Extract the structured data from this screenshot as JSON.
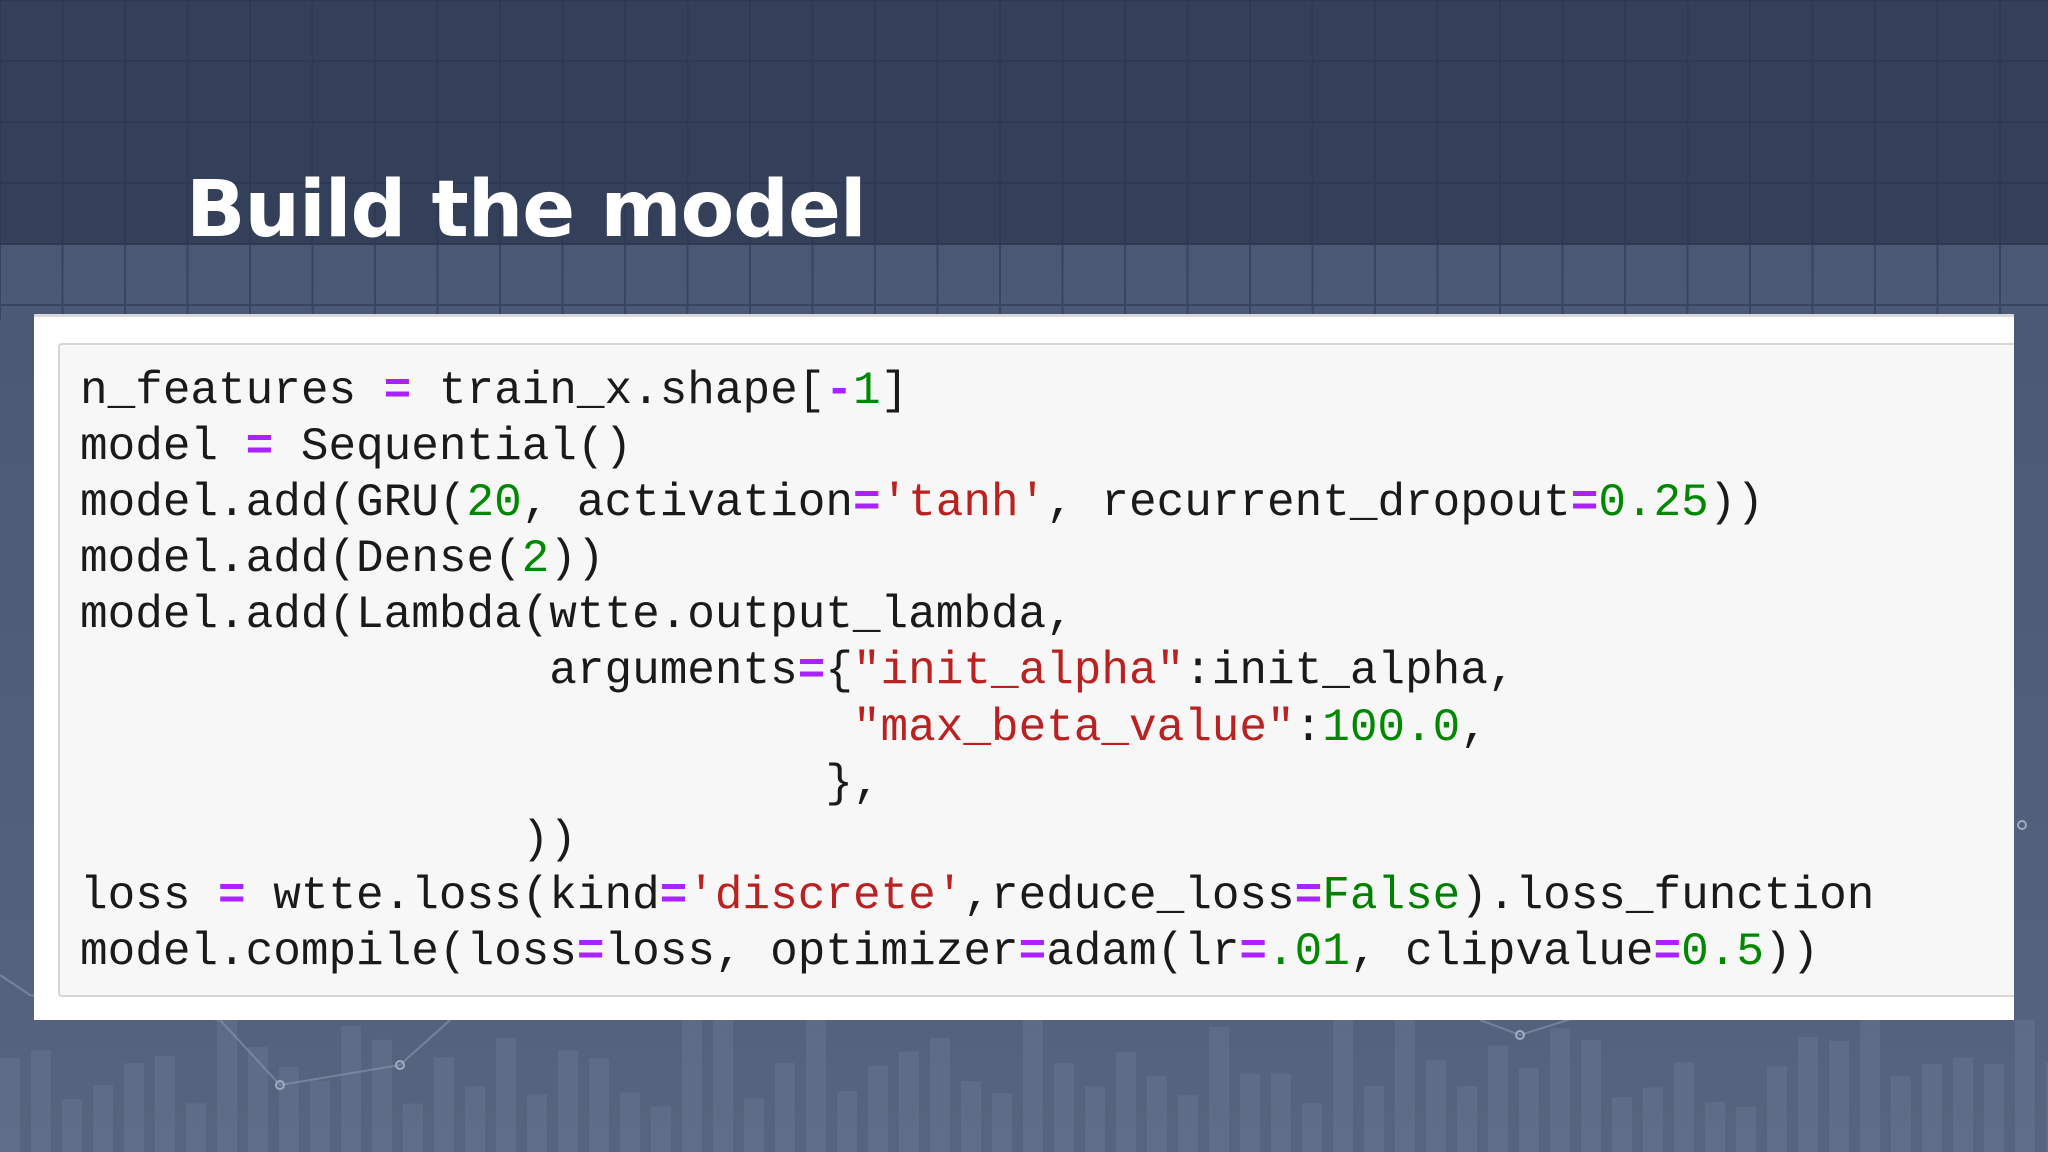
{
  "slide": {
    "title": "Build the model"
  },
  "code": {
    "lines": [
      [
        [
          "n_features ",
          "plain"
        ],
        [
          "=",
          "op"
        ],
        [
          " train_x.shape[",
          "plain"
        ],
        [
          "-",
          "op"
        ],
        [
          "1",
          "num"
        ],
        [
          "]",
          "plain"
        ]
      ],
      [
        [
          "model ",
          "plain"
        ],
        [
          "=",
          "op"
        ],
        [
          " Sequential()",
          "plain"
        ]
      ],
      [
        [
          "model.add(GRU(",
          "plain"
        ],
        [
          "20",
          "num"
        ],
        [
          ", activation",
          "plain"
        ],
        [
          "=",
          "op"
        ],
        [
          "'tanh'",
          "str"
        ],
        [
          ", recurrent_dropout",
          "plain"
        ],
        [
          "=",
          "op"
        ],
        [
          "0.25",
          "num"
        ],
        [
          "))",
          "plain"
        ]
      ],
      [
        [
          "model.add(Dense(",
          "plain"
        ],
        [
          "2",
          "num"
        ],
        [
          "))",
          "plain"
        ]
      ],
      [
        [
          "model.add(Lambda(wtte.output_lambda,",
          "plain"
        ]
      ],
      [
        [
          "                 arguments",
          "plain"
        ],
        [
          "=",
          "op"
        ],
        [
          "{",
          "plain"
        ],
        [
          "\"init_alpha\"",
          "str"
        ],
        [
          ":init_alpha,",
          "plain"
        ]
      ],
      [
        [
          "                            ",
          "plain"
        ],
        [
          "\"max_beta_value\"",
          "str"
        ],
        [
          ":",
          "plain"
        ],
        [
          "100.0",
          "num"
        ],
        [
          ",",
          "plain"
        ]
      ],
      [
        [
          "                           },",
          "plain"
        ]
      ],
      [
        [
          "                ))",
          "plain"
        ]
      ],
      [
        [
          "loss ",
          "plain"
        ],
        [
          "=",
          "op"
        ],
        [
          " wtte.loss(kind",
          "plain"
        ],
        [
          "=",
          "op"
        ],
        [
          "'discrete'",
          "str"
        ],
        [
          ",reduce_loss",
          "plain"
        ],
        [
          "=",
          "op"
        ],
        [
          "False",
          "kw"
        ],
        [
          ").loss_function",
          "plain"
        ]
      ],
      [
        [
          "model.compile(loss",
          "plain"
        ],
        [
          "=",
          "op"
        ],
        [
          "loss, optimizer",
          "plain"
        ],
        [
          "=",
          "op"
        ],
        [
          "adam(lr",
          "plain"
        ],
        [
          "=",
          "op"
        ],
        [
          ".01",
          "num"
        ],
        [
          ", clipvalue",
          "plain"
        ],
        [
          "=",
          "op"
        ],
        [
          "0.5",
          "num"
        ],
        [
          "))",
          "plain"
        ]
      ]
    ]
  },
  "colors": {
    "background_top": "#34405a",
    "background_band": "#4a5775",
    "background_bottom": "#55637f",
    "grid": "#2b3550",
    "operator": "#aa22ff",
    "number": "#008800",
    "string": "#ba2121",
    "keyword": "#008000",
    "text": "#1a1a1a"
  }
}
